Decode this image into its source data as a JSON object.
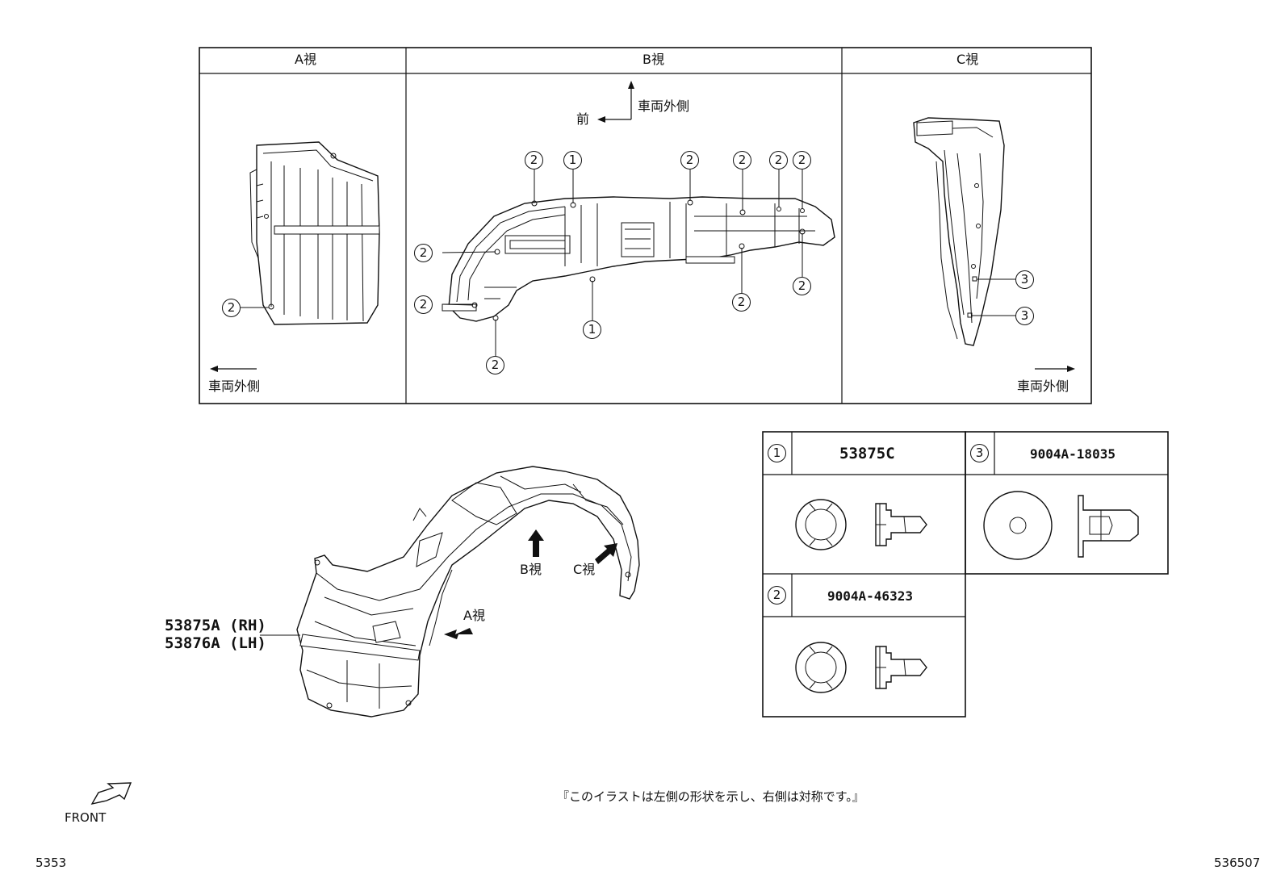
{
  "views": {
    "a": {
      "title": "A視",
      "direction": "車両外側"
    },
    "b": {
      "title": "B視",
      "front": "前",
      "outer": "車両外側"
    },
    "c": {
      "title": "C視",
      "direction": "車両外側"
    }
  },
  "callouts": {
    "one": "1",
    "two": "2",
    "three": "3"
  },
  "main_part": {
    "rh": "53875A (RH)",
    "lh": "53876A (LH)",
    "arrow_a": "A視",
    "arrow_b": "B視",
    "arrow_c": "C視"
  },
  "parts_table": {
    "p1": {
      "num": "1",
      "code": "53875C"
    },
    "p2": {
      "num": "2",
      "code": "9004A-46323"
    },
    "p3": {
      "num": "3",
      "code": "9004A-18035"
    }
  },
  "note": "『このイラストは左側の形状を示し、右側は対称です。』",
  "front_label": "FRONT",
  "page_left": "5353",
  "page_right": "536507"
}
